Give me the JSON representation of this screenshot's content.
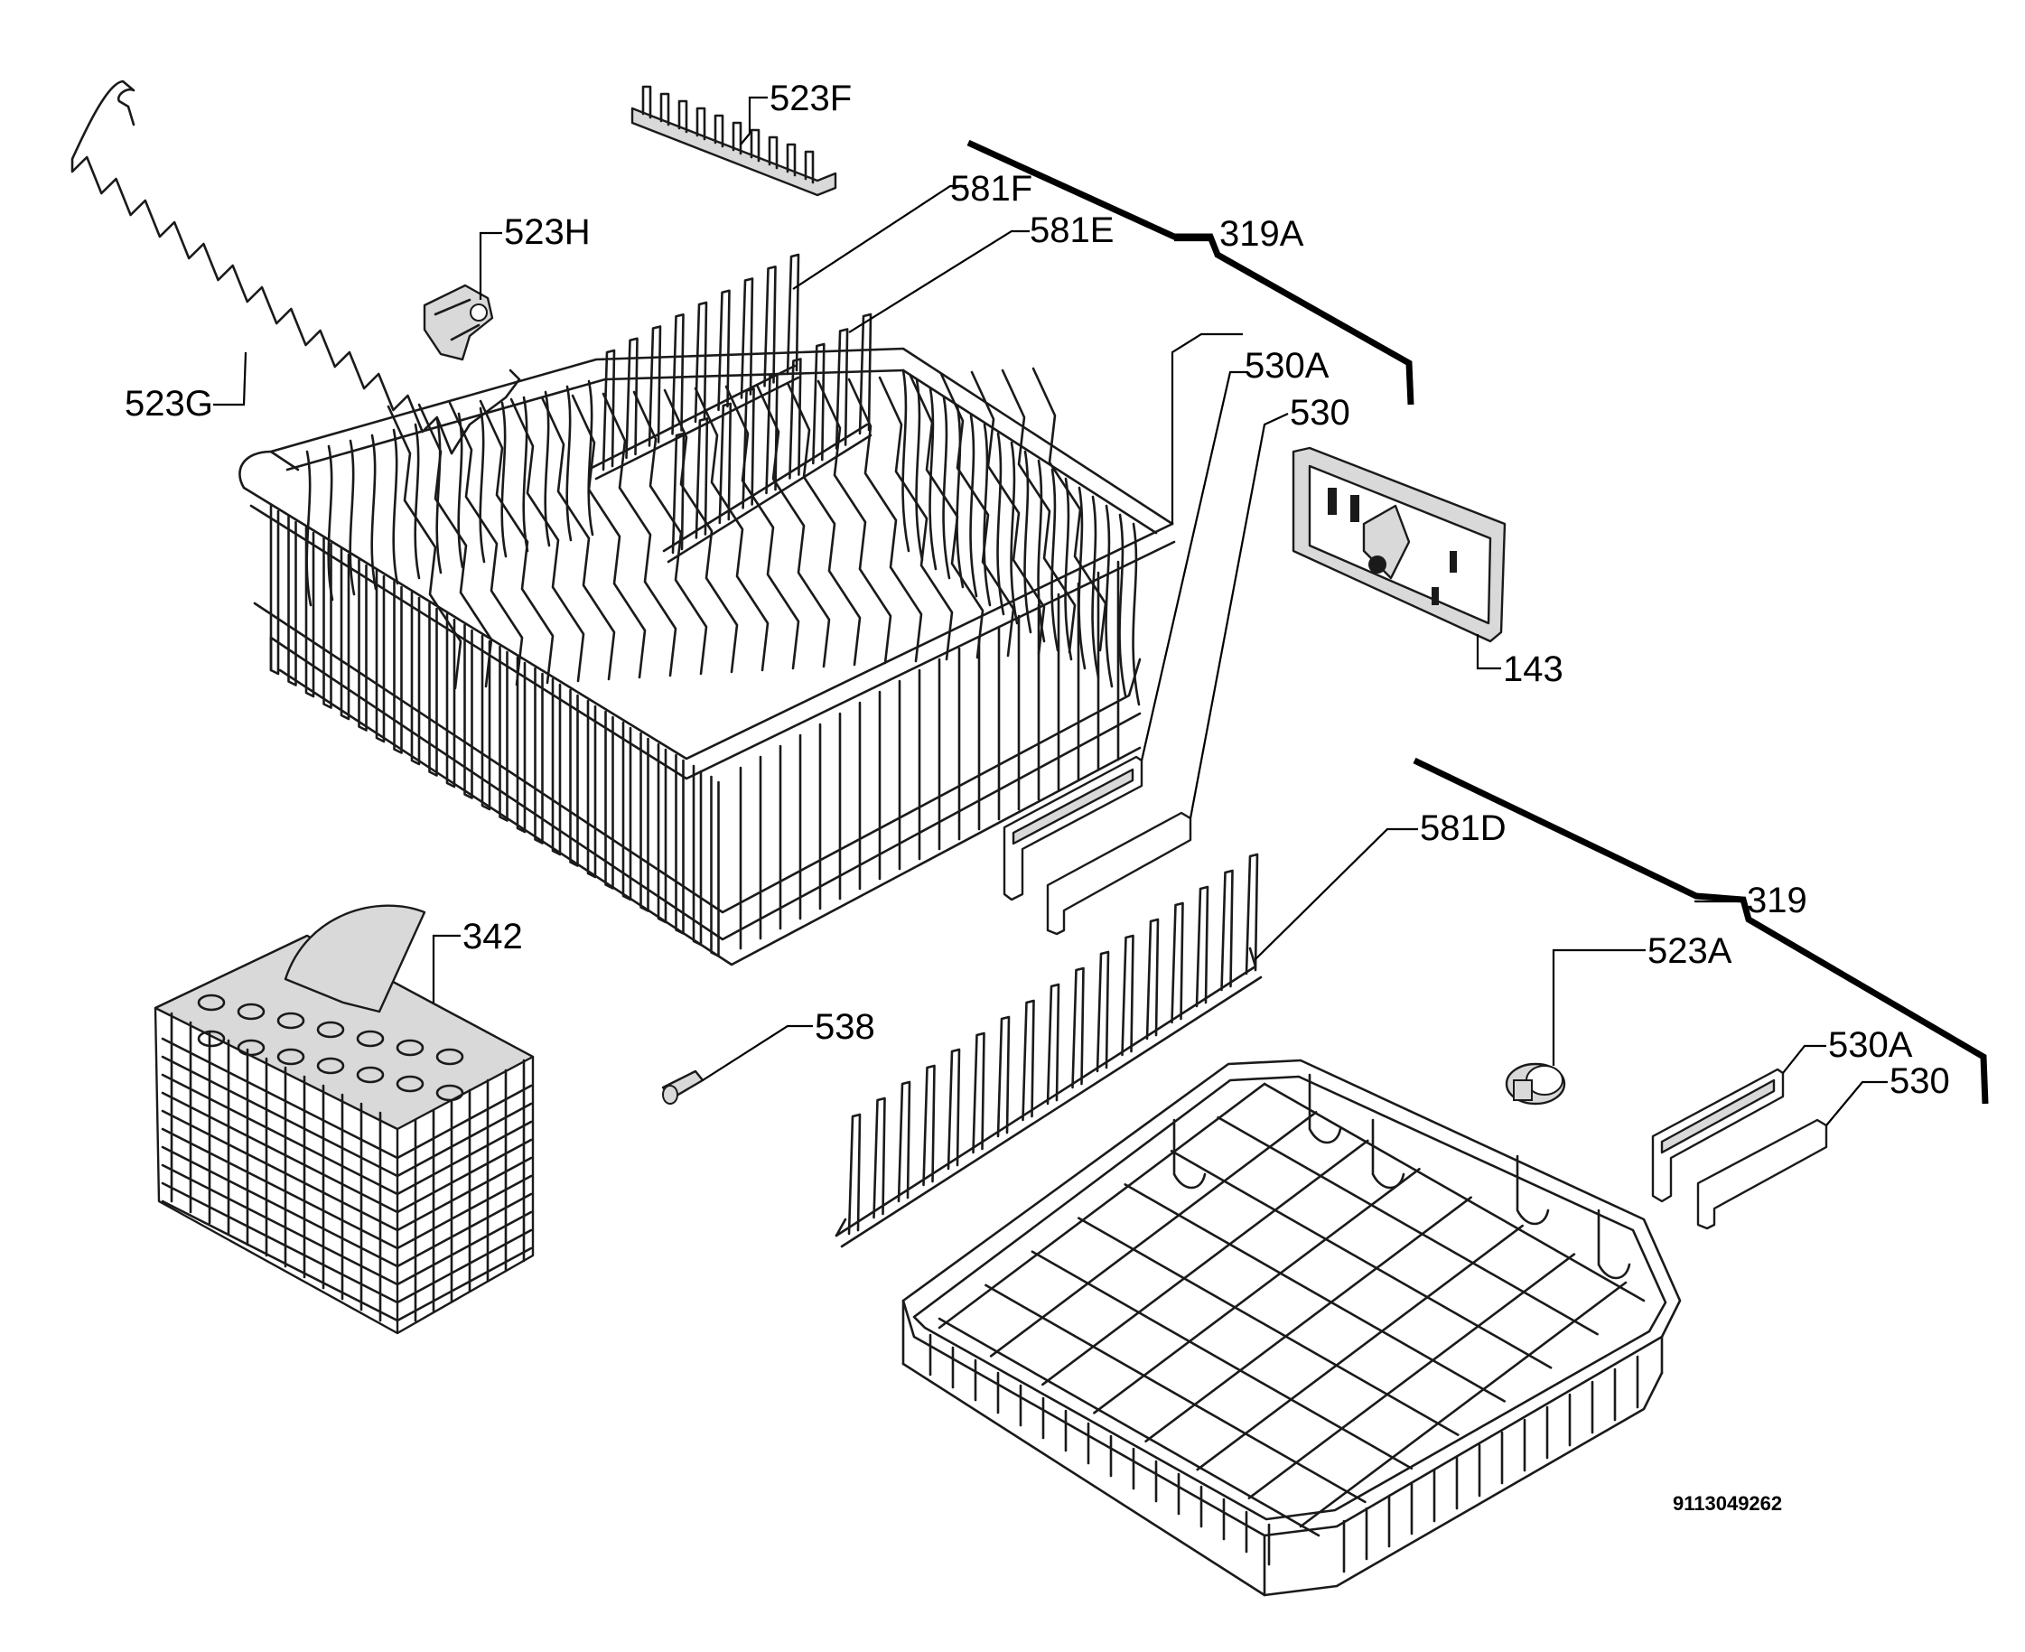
{
  "labels": {
    "l_523F": "523F",
    "l_581F": "581F",
    "l_581E": "581E",
    "l_319A": "319A",
    "l_523H": "523H",
    "l_523G": "523G",
    "l_530A_upper": "530A",
    "l_530_upper": "530",
    "l_143": "143",
    "l_581D": "581D",
    "l_319": "319",
    "l_342": "342",
    "l_538": "538",
    "l_523A": "523A",
    "l_530A_lower": "530A",
    "l_530_lower": "530"
  },
  "drawing_number": "9113049262"
}
